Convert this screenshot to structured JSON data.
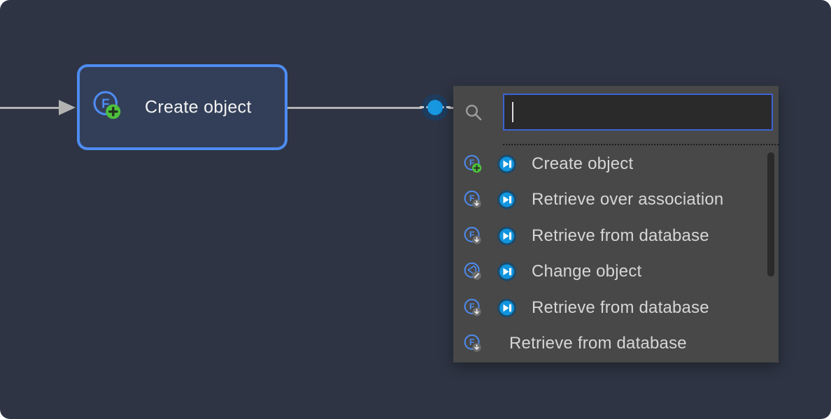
{
  "app": {
    "name": "Microflow editor quick-insert"
  },
  "colors": {
    "background": "#2e3443",
    "node_fill": "#333f59",
    "node_border": "#4e8cf2",
    "connector_gray": "#b2b2b2",
    "endpoint_blue": "#1697e0",
    "endpoint_halo": "#1d3c5e",
    "panel_bg": "#484848",
    "input_bg": "#2a2a2a",
    "input_border": "#3c63d4",
    "item_text": "#d6d6d6",
    "icon_blue": "#4e8cf2",
    "badge_green": "#4fc13d",
    "badge_plus_dark": "#22321f",
    "badge_gray": "#6e6e6e",
    "badge_glyph_light": "#e8e8e8",
    "action_icon_fill": "#1095de",
    "action_icon_ring": "#1d4a6b",
    "action_icon_glyph": "#ffffff",
    "search_icon_gray": "#9e9e9e",
    "scrollbar_thumb": "#2a2a2a"
  },
  "node": {
    "label": "Create object",
    "icon": "create-object"
  },
  "connector": {
    "incoming_arrow": "arrowhead-right",
    "endpoint": "blue-connection-dot"
  },
  "quick_insert_panel": {
    "search": {
      "value": "",
      "placeholder": ""
    },
    "items": [
      {
        "label": "Create object",
        "icon": "create-object",
        "action_icon": true
      },
      {
        "label": "Retrieve over association",
        "icon": "retrieve",
        "action_icon": true
      },
      {
        "label": "Retrieve from database",
        "icon": "retrieve",
        "action_icon": true
      },
      {
        "label": "Change object",
        "icon": "change-object",
        "action_icon": true
      },
      {
        "label": "Retrieve from database",
        "icon": "retrieve",
        "action_icon": true
      },
      {
        "label": "Retrieve from database",
        "icon": "retrieve",
        "action_icon": false
      }
    ]
  }
}
